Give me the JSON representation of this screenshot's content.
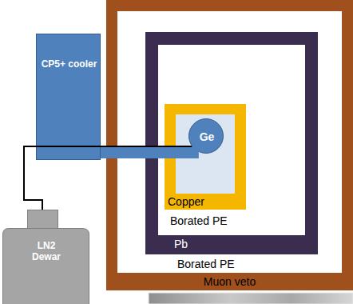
{
  "diagram": {
    "nodes": [
      {
        "text": [
          "CP5+ cooler"
        ]
      },
      {
        "text": [
          "Muon veto"
        ]
      },
      {
        "text": [
          "Borated PE"
        ],
        "in": 1
      },
      {
        "text": [
          "Pb"
        ],
        "in": 2
      },
      {
        "text": [
          "Borated PE"
        ],
        "in": 3
      },
      {
        "text": [
          "Copper"
        ],
        "in": 4
      },
      {
        "text": [
          "Ge"
        ],
        "in": 5
      },
      {
        "text": [
          "LN2 Dewar"
        ]
      }
    ],
    "edges": [
      {
        "from": 0,
        "to": 6,
        "arrow": "none"
      },
      {
        "from": 6,
        "to": 7,
        "arrow": "none"
      }
    ]
  }
}
